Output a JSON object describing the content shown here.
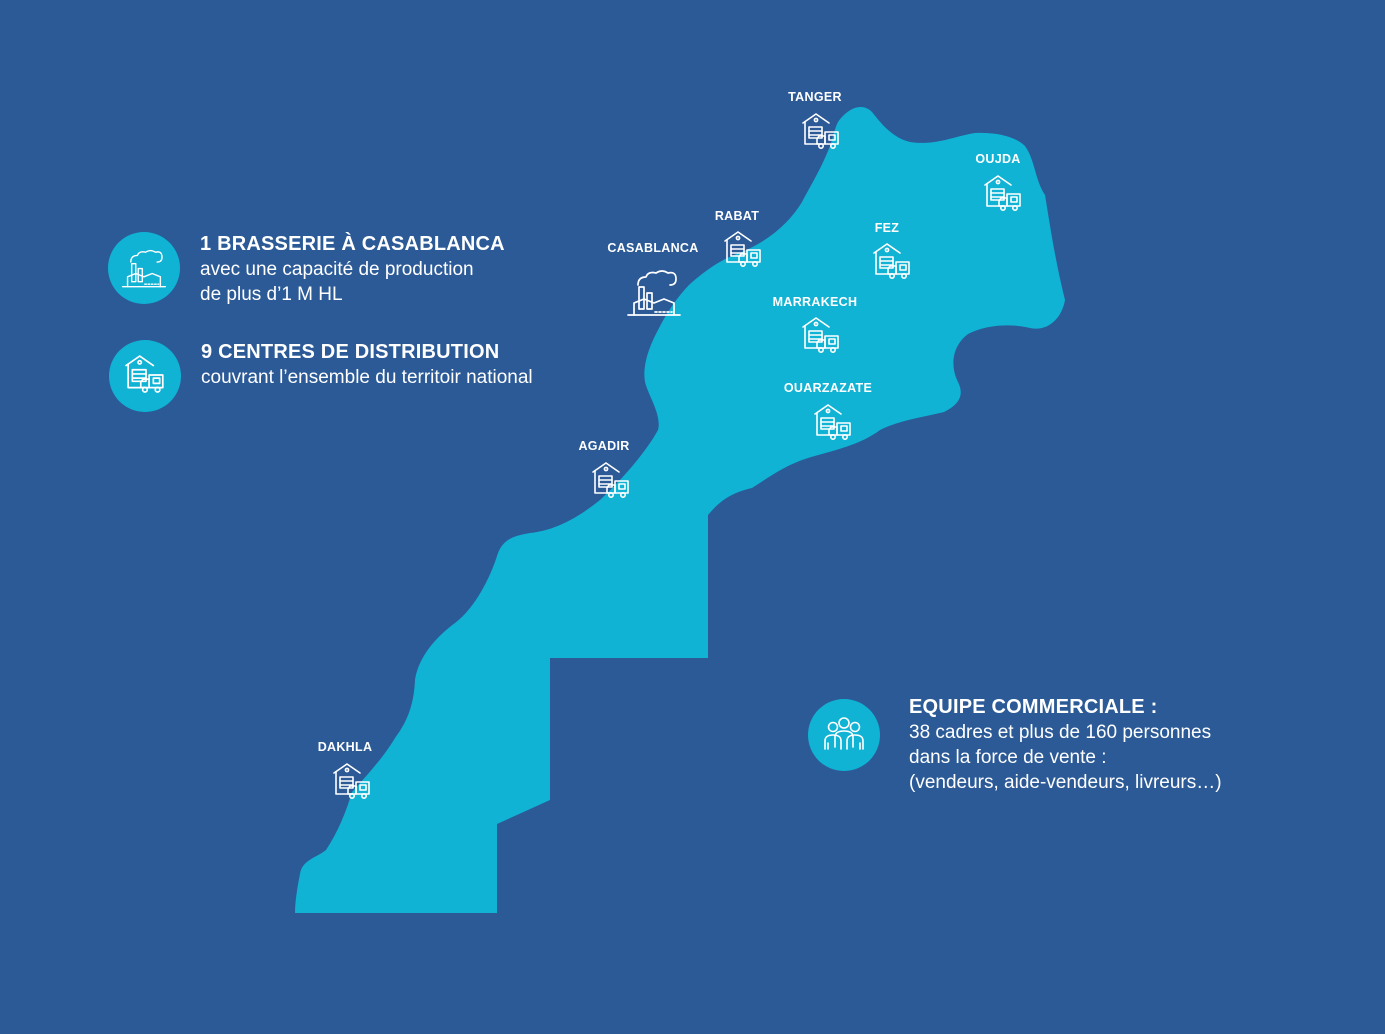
{
  "colors": {
    "background": "#2b5a97",
    "land": "#10b3d4",
    "icon": "#ffffff"
  },
  "map": {
    "cities": [
      {
        "name": "TANGER",
        "icon": "distribution-center-icon"
      },
      {
        "name": "OUJDA",
        "icon": "distribution-center-icon"
      },
      {
        "name": "RABAT",
        "icon": "distribution-center-icon"
      },
      {
        "name": "CASABLANCA",
        "icon": "brewery-icon"
      },
      {
        "name": "FEZ",
        "icon": "distribution-center-icon"
      },
      {
        "name": "MARRAKECH",
        "icon": "distribution-center-icon"
      },
      {
        "name": "OUARZAZATE",
        "icon": "distribution-center-icon"
      },
      {
        "name": "AGADIR",
        "icon": "distribution-center-icon"
      },
      {
        "name": "DAKHLA",
        "icon": "distribution-center-icon"
      }
    ]
  },
  "info": {
    "brewery": {
      "icon": "brewery-icon",
      "title": "1 BRASSERIE À CASABLANCA",
      "lines": [
        "avec une capacité de production",
        "de plus d’1 M HL"
      ]
    },
    "distribution": {
      "icon": "distribution-center-icon",
      "title": "9 CENTRES DE DISTRIBUTION",
      "lines": [
        "couvrant l’ensemble du territoir national"
      ]
    },
    "sales": {
      "icon": "sales-team-icon",
      "title": "EQUIPE COMMERCIALE :",
      "lines": [
        "38 cadres et plus de 160 personnes",
        "dans la force de vente :",
        "(vendeurs, aide-vendeurs, livreurs…)"
      ]
    }
  }
}
